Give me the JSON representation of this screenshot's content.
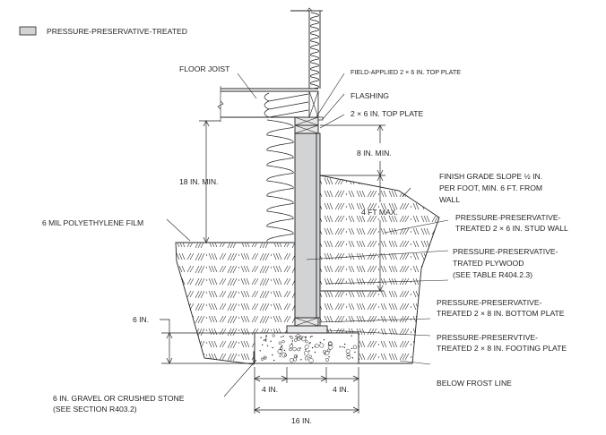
{
  "legend": {
    "swatch_color": "#d1d3d4",
    "label": "PRESSURE-PRESERVATIVE-TREATED"
  },
  "labels": {
    "floor_joist": "FLOOR JOIST",
    "field_applied_top_plate": "FIELD-APPLIED 2 × 6 IN. TOP PLATE",
    "flashing": "FLASHING",
    "top_plate": "2 × 6 IN. TOP PLATE",
    "min_8in": "8 IN. MIN.",
    "min_18in": "18 IN. MIN.",
    "finish_grade": [
      "FINISH GRADE SLOPE ½ IN.",
      "PER FOOT, MIN. 6 FT. FROM",
      "WALL"
    ],
    "max_4ft": "4 FT MAX.",
    "poly_film": "6 MIL POLYETHYLENE FILM",
    "stud_wall": [
      "PRESSURE-PRESERVATIVE-",
      "TREATED 2 × 6 IN. STUD WALL"
    ],
    "plywood": [
      "PRESSURE-PRESERVATIVE-",
      "TRATED PLYWOOD",
      "(SEE TABLE R404.2.3)"
    ],
    "bottom_plate": [
      "PRESSURE-PRESERVATIVE-",
      "TREATED 2 × 8 IN. BOTTOM PLATE"
    ],
    "footing_plate": [
      "PRESSURE-PRESERVTIVE-",
      "TREATED 2 × 8 IN. FOOTING PLATE"
    ],
    "six_in": "6 IN.",
    "below_frost": "BELOW FROST LINE",
    "gravel": [
      "6 IN. GRAVEL OR CRUSHED STONE",
      "(SEE SECTION R403.2)"
    ],
    "four_in_left": "4 IN.",
    "four_in_right": "4 IN.",
    "sixteen_in": "16 IN."
  },
  "colors": {
    "treated_wood": "#d1d3d4",
    "line": "#231f20",
    "film": "#6d6e71"
  }
}
